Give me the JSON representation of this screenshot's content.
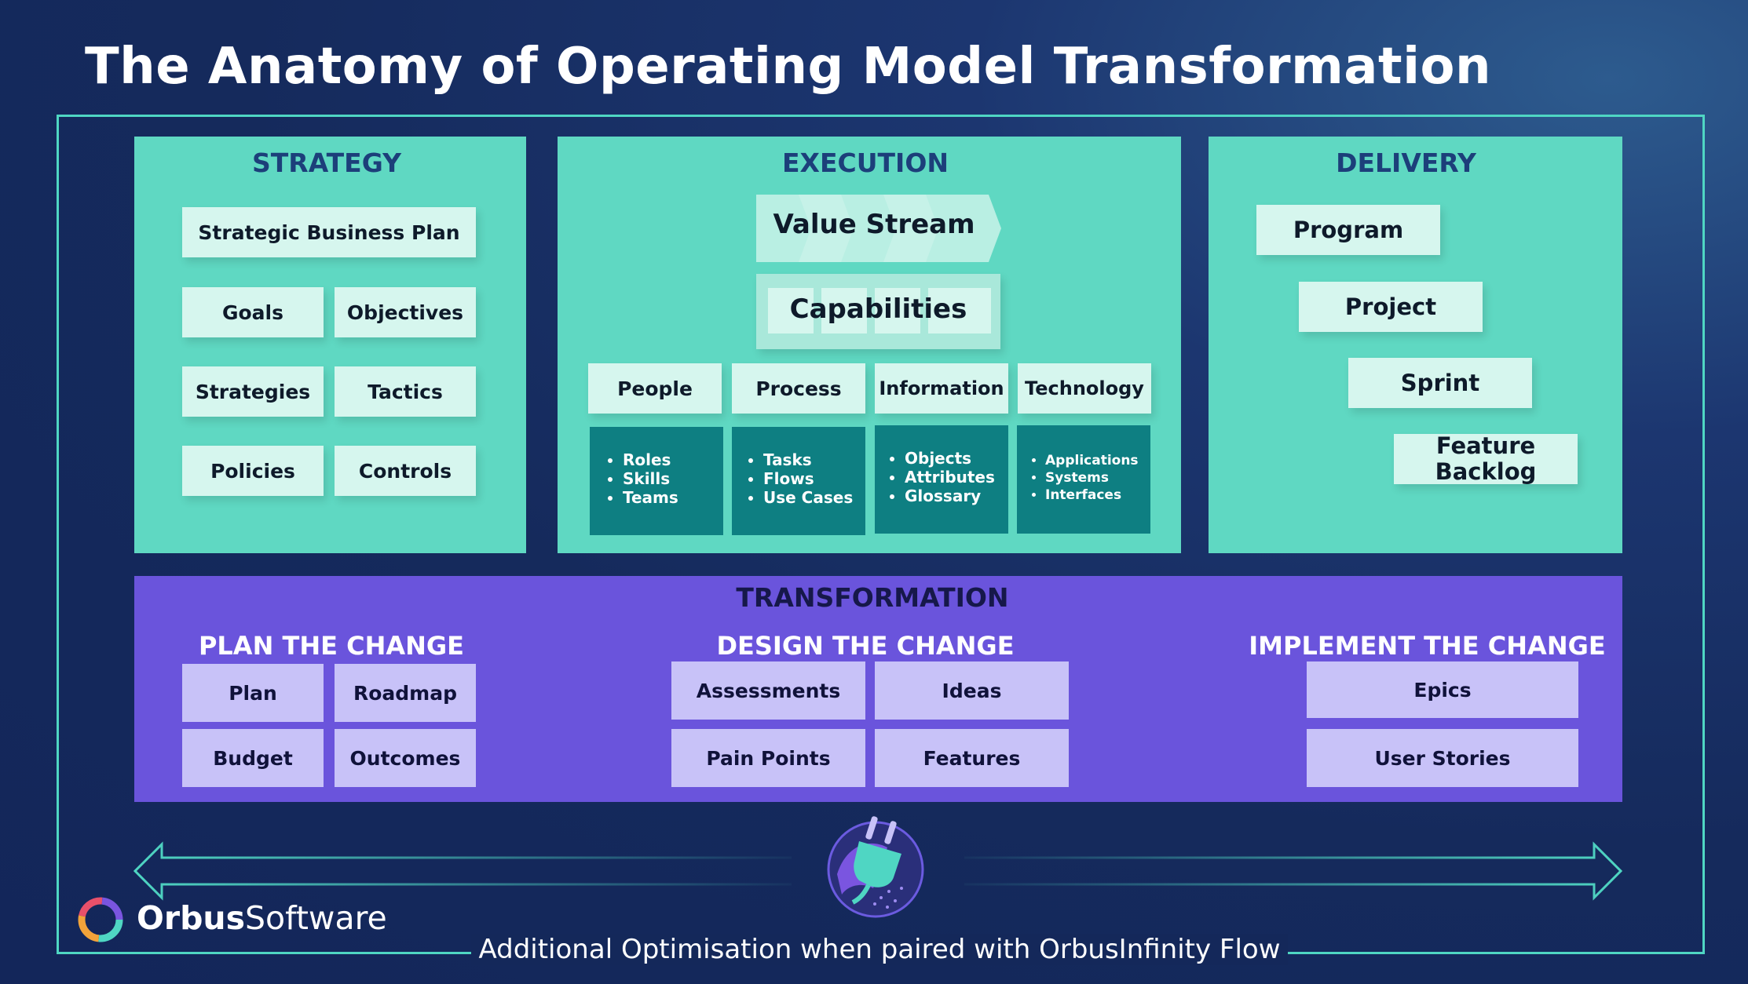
{
  "title": "The Anatomy of Operating Model Transformation",
  "strategy": {
    "heading": "STRATEGY",
    "items": [
      "Strategic Business Plan",
      "Goals",
      "Objectives",
      "Strategies",
      "Tactics",
      "Policies",
      "Controls"
    ]
  },
  "execution": {
    "heading": "EXECUTION",
    "value_stream": "Value Stream",
    "capabilities": "Capabilities",
    "pillars": [
      {
        "label": "People",
        "details": [
          "Roles",
          "Skills",
          "Teams"
        ]
      },
      {
        "label": "Process",
        "details": [
          "Tasks",
          "Flows",
          "Use Cases"
        ]
      },
      {
        "label": "Information",
        "details": [
          "Objects",
          "Attributes",
          "Glossary"
        ]
      },
      {
        "label": "Technology",
        "details": [
          "Applications",
          "Systems",
          "Interfaces"
        ]
      }
    ]
  },
  "delivery": {
    "heading": "DELIVERY",
    "items": [
      "Program",
      "Project",
      "Sprint"
    ],
    "feature_backlog_line1": "Feature",
    "feature_backlog_line2": "Backlog"
  },
  "transformation": {
    "heading": "TRANSFORMATION",
    "plan": {
      "heading": "PLAN THE CHANGE",
      "items": [
        "Plan",
        "Roadmap",
        "Budget",
        "Outcomes"
      ]
    },
    "design": {
      "heading": "DESIGN THE CHANGE",
      "items": [
        "Assessments",
        "Ideas",
        "Pain Points",
        "Features"
      ]
    },
    "implement": {
      "heading": "IMPLEMENT THE CHANGE",
      "items": [
        "Epics",
        "User Stories"
      ]
    }
  },
  "footer": {
    "brand_bold": "Orbus",
    "brand_light": "Software",
    "caption": "Additional Optimisation when paired with OrbusInfinity Flow"
  },
  "colors": {
    "background": "#152a5c",
    "teal_panel": "#5fd8c2",
    "mint_box": "#d6f6ee",
    "dark_teal": "#0e7f82",
    "purple_panel": "#6a54dc",
    "lavender_box": "#c8c2f8",
    "outline": "#4fd6c3"
  },
  "icons": [
    "plug-icon",
    "orbus-logo-icon",
    "double-arrow-icon"
  ]
}
